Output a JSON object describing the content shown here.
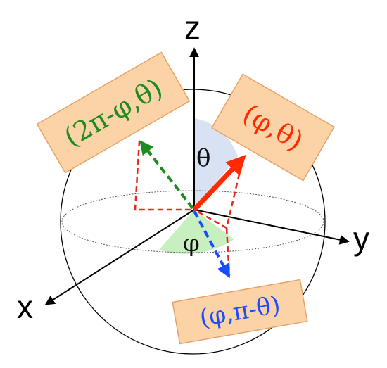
{
  "axes": {
    "x": "x",
    "y": "y",
    "z": "z"
  },
  "angles": {
    "theta": "θ",
    "phi": "φ"
  },
  "labels": {
    "red": "(φ,θ)",
    "green": "(2π-φ,θ)",
    "blue": "(φ,π-θ)"
  },
  "colors": {
    "red": "#ff2a00",
    "green": "#1f8a1f",
    "blue": "#1a4cff",
    "box_fill": "#fbd3a6",
    "box_stroke": "#e8a267",
    "theta_wedge": "#d9e2f3",
    "phi_wedge": "#c8efc0",
    "dashed_red": "#e8281e"
  }
}
